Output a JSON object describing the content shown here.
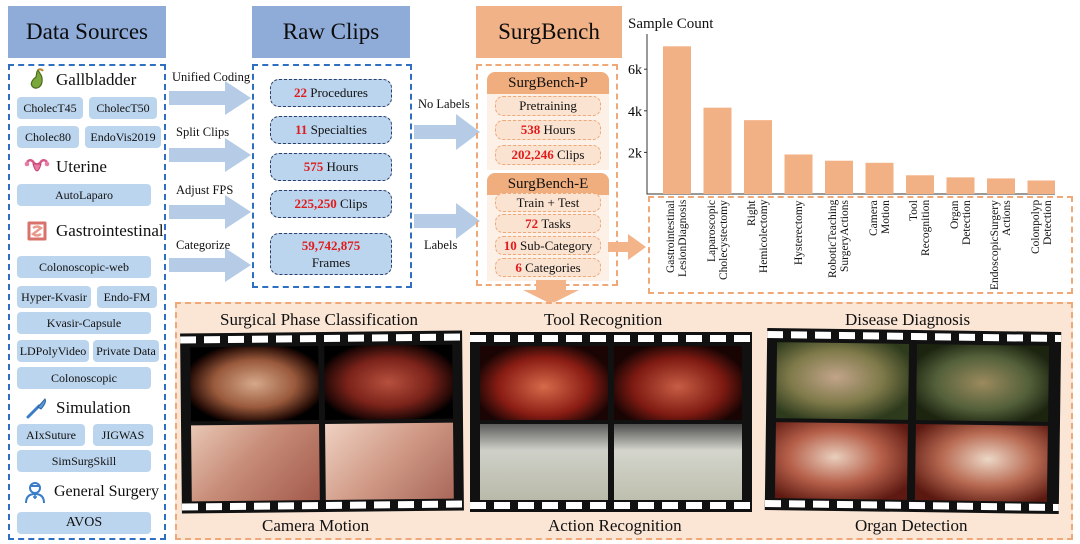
{
  "columns": {
    "data_sources": "Data Sources",
    "raw_clips": "Raw Clips",
    "surgbench": "SurgBench"
  },
  "categories": {
    "gallbladder": "Gallbladder",
    "uterine": "Uterine",
    "gastrointestinal": "Gastrointestinal",
    "simulation": "Simulation",
    "general_surgery": "General Surgery"
  },
  "datasets": {
    "gallbladder": [
      "CholecT45",
      "CholecT50",
      "Cholec80",
      "EndoVis2019"
    ],
    "uterine": [
      "AutoLaparo"
    ],
    "gastrointestinal": [
      "Colonoscopic-web",
      "Hyper-Kvasir",
      "Endo-FM",
      "Kvasir-Capsule",
      "LDPolyVideo",
      "Private Data",
      "Colonoscopic"
    ],
    "simulation": [
      "AIxSuture",
      "JIGWAS",
      "SimSurgSkill"
    ],
    "general_surgery": [
      "AVOS"
    ]
  },
  "processing_steps": [
    "Unified Coding",
    "Split Clips",
    "Adjust FPS",
    "Categorize"
  ],
  "raw_clips": {
    "procedures_num": "22",
    "procedures_label": "Procedures",
    "specialties_num": "11",
    "specialties_label": "Specialties",
    "hours_num": "575",
    "hours_label": "Hours",
    "clips_num": "225,250",
    "clips_label": "Clips",
    "frames_num": "59,742,875",
    "frames_label": "Frames"
  },
  "flow_labels": {
    "no_labels": "No Labels",
    "labels": "Labels"
  },
  "surgbench_p": {
    "title": "SurgBench-P",
    "pretraining": "Pretraining",
    "hours_num": "538",
    "hours_label": "Hours",
    "clips_num": "202,246",
    "clips_label": "Clips"
  },
  "surgbench_e": {
    "title": "SurgBench-E",
    "train_test": "Train + Test",
    "tasks_num": "72",
    "tasks_label": "Tasks",
    "subcat_num": "10",
    "subcat_label": "Sub-Category",
    "categories_num": "6",
    "categories_label": "Categories"
  },
  "task_panels": {
    "surgical_phase": "Surgical Phase Classification",
    "tool_recognition": "Tool Recognition",
    "disease_diagnosis": "Disease Diagnosis",
    "camera_motion": "Camera Motion",
    "action_recognition": "Action Recognition",
    "organ_detection": "Organ Detection"
  },
  "chart_data": {
    "type": "bar",
    "title": "Sample Count",
    "xlabel": "",
    "ylabel": "Sample Count",
    "categories": [
      "Gastrointestinal LesionDiagnosis",
      "Laparoscopic Cholecystectomy",
      "Right Hemicolectomy",
      "Hysterectomy",
      "RoboticTeaching SurgeryActions",
      "Camera Motion",
      "Tool Recognition",
      "Organ Detection",
      "EndoscopicSurgery Actions",
      "Colonpolyp Detection"
    ],
    "values": [
      7100,
      4150,
      3550,
      1900,
      1600,
      1500,
      900,
      800,
      750,
      650
    ],
    "yticks": [
      "2k",
      "4k",
      "6k"
    ],
    "ylim": [
      0,
      7500
    ],
    "grid": false,
    "bar_color": "#f2b184"
  },
  "colors": {
    "blue_header": "#8fabd8",
    "orange_header": "#f1b287",
    "highlight": "#e01b1b"
  }
}
